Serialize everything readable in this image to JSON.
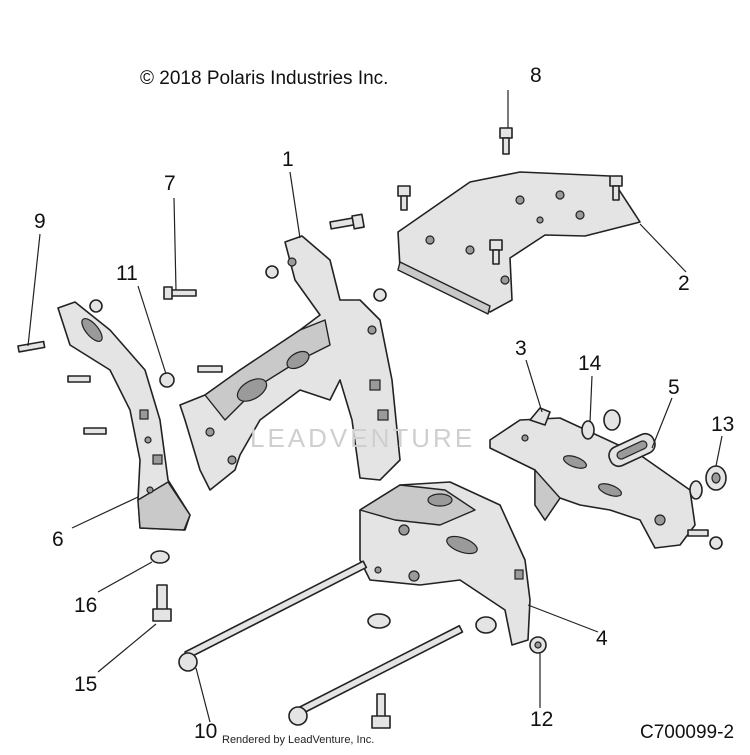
{
  "copyright": "© 2018 Polaris Industries Inc.",
  "watermark": "LEADVENTURE",
  "rendered_by": "Rendered by LeadVenture, Inc.",
  "diagram_code": "C700099-2",
  "callouts": {
    "c1": "1",
    "c2": "2",
    "c3": "3",
    "c4": "4",
    "c5": "5",
    "c6": "6",
    "c7": "7",
    "c8": "8",
    "c9": "9",
    "c10": "10",
    "c11": "11",
    "c12": "12",
    "c13": "13",
    "c14": "14",
    "c15": "15",
    "c16": "16"
  }
}
